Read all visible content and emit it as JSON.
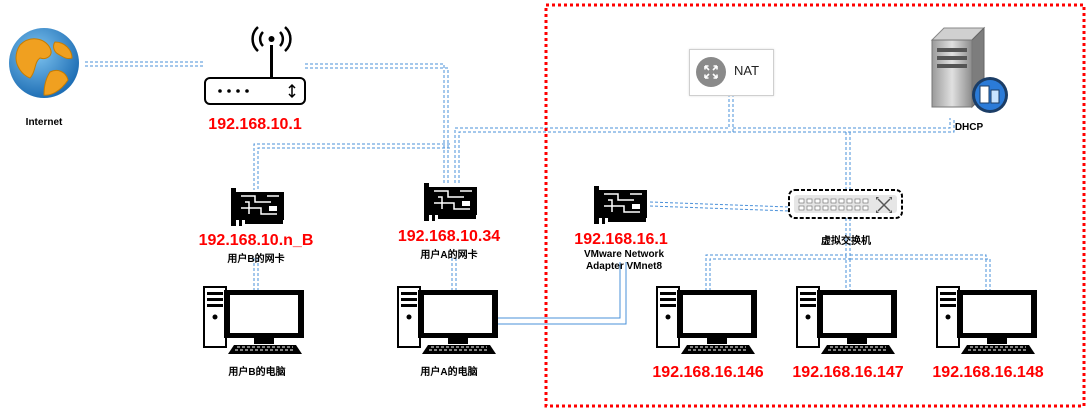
{
  "nodes": {
    "internet": {
      "label": "Internet"
    },
    "router": {
      "ip": "192.168.10.1"
    },
    "nic_b": {
      "ip": "192.168.10.n_B",
      "label": "用户B的网卡"
    },
    "nic_a": {
      "ip": "192.168.10.34",
      "label": "用户A的网卡"
    },
    "vmnet8": {
      "ip": "192.168.16.1",
      "label_line1": "VMware Network",
      "label_line2": "Adapter VMnet8"
    },
    "pc_b": {
      "label": "用户B的电脑"
    },
    "pc_a": {
      "label": "用户A的电脑"
    },
    "nat": {
      "label": "NAT"
    },
    "dhcp": {
      "label": "DHCP"
    },
    "vswitch": {
      "label": "虚拟交换机"
    },
    "vm1": {
      "ip": "192.168.16.146"
    },
    "vm2": {
      "ip": "192.168.16.147"
    },
    "vm3": {
      "ip": "192.168.16.148"
    }
  },
  "colors": {
    "link": "#4a90d9",
    "ip_text": "#ff0000",
    "boundary": "#ff0000",
    "device": "#000000"
  }
}
